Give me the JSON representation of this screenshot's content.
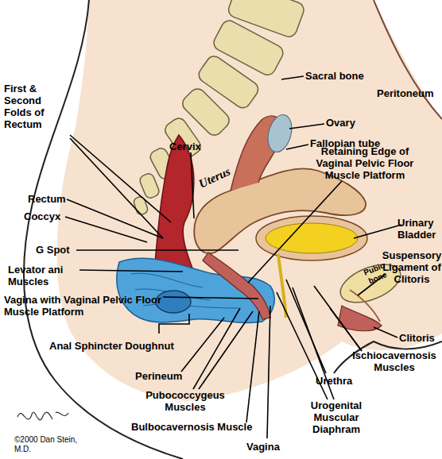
{
  "diagram": {
    "labels": [
      "Sacral bone",
      "Peritoneum",
      "Ovary",
      "Fallopian tube",
      "First & Second Folds of Rectum",
      "Cervix",
      "Retaining Edge of Vaginal Pelvic Floor Muscle Platform",
      "Uterus",
      "Rectum",
      "Coccyx",
      "Urinary Bladder",
      "G Spot",
      "Pubic bone",
      "Levator ani Muscles",
      "Suspensory Ligament of Clitoris",
      "Vagina with Vaginal Pelvic Floor Muscle Platform",
      "Clitoris",
      "Anal Sphincter Doughnut",
      "Ischiocavernosis Muscles",
      "Perineum",
      "Urethra",
      "Pubococcygeus Muscles",
      "Urogenital Muscular Diaphram",
      "Bulbocavernosis Muscle",
      "Vagina",
      "©2000 Dan Stein, M.D."
    ]
  }
}
